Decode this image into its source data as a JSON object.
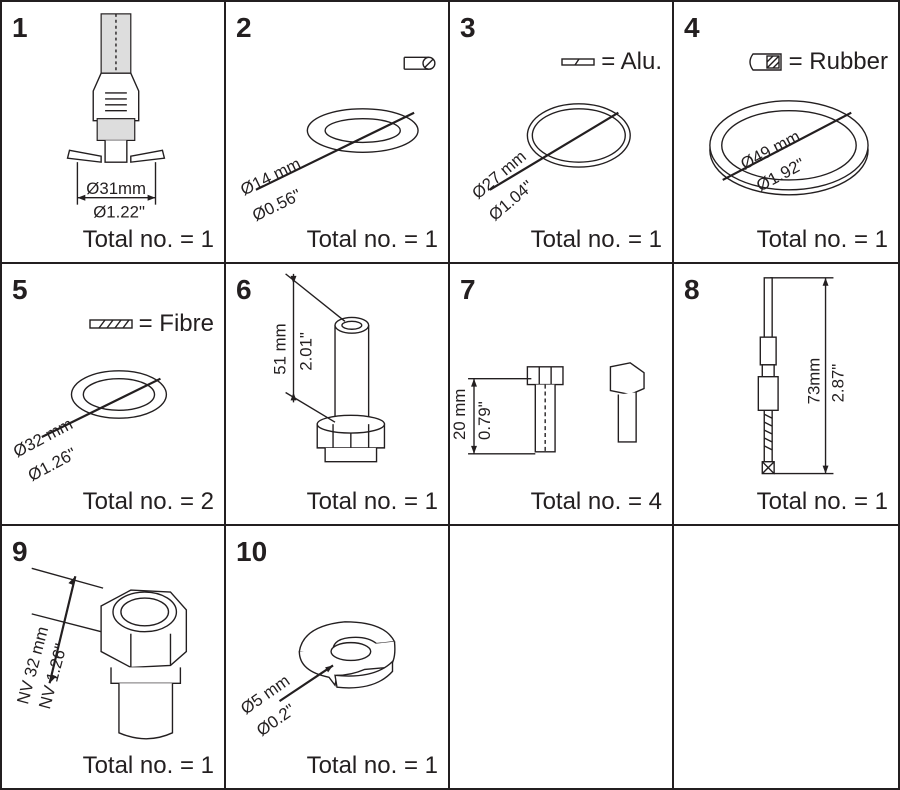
{
  "parts": [
    {
      "number": "1",
      "total": "Total no. = 1",
      "dim_mm": "Ø31mm",
      "dim_in": "Ø1.22\""
    },
    {
      "number": "2",
      "total": "Total no. = 1",
      "dim_mm": "Ø14 mm",
      "dim_in": "Ø0.56\""
    },
    {
      "number": "3",
      "total": "Total no. = 1",
      "dim_mm": "Ø27 mm",
      "dim_in": "Ø1.04\"",
      "material": "= Alu."
    },
    {
      "number": "4",
      "total": "Total no. = 1",
      "dim_mm": "Ø49 mm",
      "dim_in": "Ø1.92\"",
      "material": "= Rubber"
    },
    {
      "number": "5",
      "total": "Total no. = 2",
      "dim_mm": "Ø32 mm",
      "dim_in": "Ø1.26\"",
      "material": "= Fibre"
    },
    {
      "number": "6",
      "total": "Total no. = 1",
      "dim_mm": "51 mm",
      "dim_in": "2.01\""
    },
    {
      "number": "7",
      "total": "Total no. = 4",
      "dim_mm": "20 mm",
      "dim_in": "0.79\""
    },
    {
      "number": "8",
      "total": "Total no. = 1",
      "dim_mm": "73mm",
      "dim_in": "2.87\""
    },
    {
      "number": "9",
      "total": "Total no. = 1",
      "dim_mm": "NV 32 mm",
      "dim_in": "NV 1.26\""
    },
    {
      "number": "10",
      "total": "Total no. = 1",
      "dim_mm": "Ø5 mm",
      "dim_in": "Ø0.2\""
    }
  ]
}
